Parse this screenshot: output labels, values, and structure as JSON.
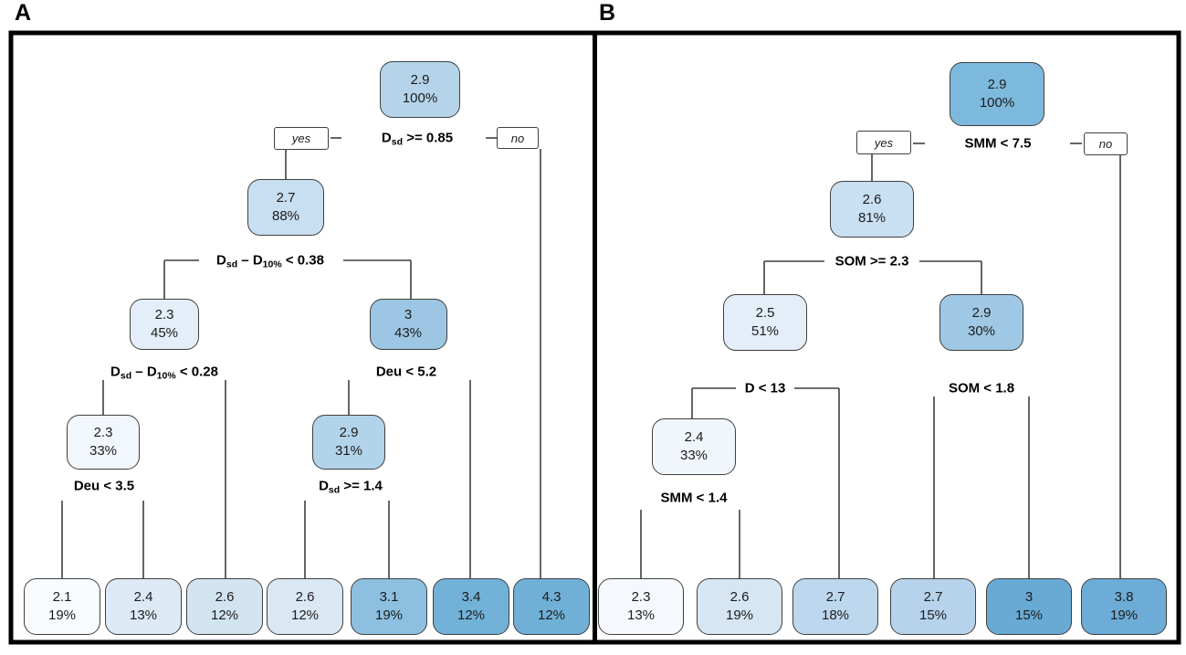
{
  "figure": {
    "type": "decision-tree-pair",
    "node_palette": [
      "#f8fbfe",
      "#6aaad4"
    ],
    "line_color": "#3f3f3f"
  },
  "panels": [
    {
      "id": "A",
      "label": "A",
      "edge_labels": {
        "yes": "yes",
        "no": "no"
      },
      "nodes": [
        {
          "value": "2.9",
          "pct": "100%",
          "color": "#b5d4ea",
          "role": "root"
        },
        {
          "value": "2.7",
          "pct": "88%",
          "color": "#c8def1",
          "role": "internal"
        },
        {
          "value": "2.3",
          "pct": "45%",
          "color": "#e3eef8",
          "role": "internal"
        },
        {
          "value": "3",
          "pct": "43%",
          "color": "#9cc6e3",
          "role": "internal"
        },
        {
          "value": "2.3",
          "pct": "33%",
          "color": "#f1f7fc",
          "role": "internal"
        },
        {
          "value": "2.9",
          "pct": "31%",
          "color": "#b2d3ea",
          "role": "internal"
        },
        {
          "value": "2.1",
          "pct": "19%",
          "color": "#f8fbfe",
          "role": "leaf"
        },
        {
          "value": "2.4",
          "pct": "13%",
          "color": "#dde9f5",
          "role": "leaf"
        },
        {
          "value": "2.6",
          "pct": "12%",
          "color": "#d3e4f1",
          "role": "leaf"
        },
        {
          "value": "2.6",
          "pct": "12%",
          "color": "#dae8f4",
          "role": "leaf"
        },
        {
          "value": "3.1",
          "pct": "19%",
          "color": "#8dc0e0",
          "role": "leaf"
        },
        {
          "value": "3.4",
          "pct": "12%",
          "color": "#72b2d8",
          "role": "leaf"
        },
        {
          "value": "4.3",
          "pct": "12%",
          "color": "#70b0d7",
          "role": "leaf"
        }
      ],
      "splits": [
        {
          "parts": [
            {
              "t": "D"
            },
            {
              "t": "sd",
              "sub": true
            },
            {
              "t": " >= 0.85"
            }
          ]
        },
        {
          "parts": [
            {
              "t": "D"
            },
            {
              "t": "sd",
              "sub": true
            },
            {
              "t": " – "
            },
            {
              "t": "D"
            },
            {
              "t": "10%",
              "sub": true
            },
            {
              "t": " < 0.38"
            }
          ]
        },
        {
          "parts": [
            {
              "t": "D"
            },
            {
              "t": "sd",
              "sub": true
            },
            {
              "t": " – "
            },
            {
              "t": "D"
            },
            {
              "t": "10%",
              "sub": true
            },
            {
              "t": " < 0.28"
            }
          ]
        },
        {
          "parts": [
            {
              "t": "Deu < 5.2"
            }
          ]
        },
        {
          "parts": [
            {
              "t": "Deu < 3.5"
            }
          ]
        },
        {
          "parts": [
            {
              "t": "D"
            },
            {
              "t": "sd",
              "sub": true
            },
            {
              "t": " >= 1.4"
            }
          ]
        }
      ]
    },
    {
      "id": "B",
      "label": "B",
      "edge_labels": {
        "yes": "yes",
        "no": "no"
      },
      "nodes": [
        {
          "value": "2.9",
          "pct": "100%",
          "color": "#7db9dc",
          "role": "root"
        },
        {
          "value": "2.6",
          "pct": "81%",
          "color": "#c9dff2",
          "role": "internal"
        },
        {
          "value": "2.5",
          "pct": "51%",
          "color": "#e4eef8",
          "role": "internal"
        },
        {
          "value": "2.9",
          "pct": "30%",
          "color": "#9fc8e4",
          "role": "internal"
        },
        {
          "value": "2.4",
          "pct": "33%",
          "color": "#f0f6fb",
          "role": "internal"
        },
        {
          "value": "2.3",
          "pct": "13%",
          "color": "#f5f9fd",
          "role": "leaf"
        },
        {
          "value": "2.6",
          "pct": "19%",
          "color": "#d6e6f3",
          "role": "leaf"
        },
        {
          "value": "2.7",
          "pct": "18%",
          "color": "#bdd8ee",
          "role": "leaf"
        },
        {
          "value": "2.7",
          "pct": "15%",
          "color": "#b6d3eb",
          "role": "leaf"
        },
        {
          "value": "3",
          "pct": "15%",
          "color": "#68aad4",
          "role": "leaf"
        },
        {
          "value": "3.8",
          "pct": "19%",
          "color": "#6cacd6",
          "role": "leaf"
        }
      ],
      "splits": [
        {
          "parts": [
            {
              "t": "SMM < 7.5"
            }
          ]
        },
        {
          "parts": [
            {
              "t": "SOM >= 2.3"
            }
          ]
        },
        {
          "parts": [
            {
              "t": "D < 13"
            }
          ]
        },
        {
          "parts": [
            {
              "t": "SOM < 1.8"
            }
          ]
        },
        {
          "parts": [
            {
              "t": "SMM < 1.4"
            }
          ]
        }
      ]
    }
  ]
}
